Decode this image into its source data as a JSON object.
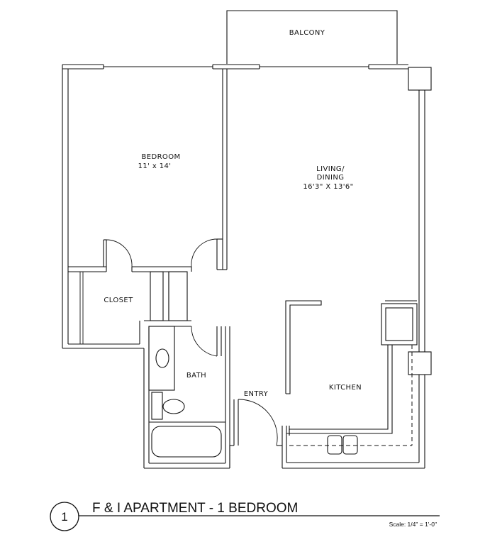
{
  "plan": {
    "rooms": {
      "balcony": "BALCONY",
      "bedroom": "BEDROOM",
      "bedroom_size": "11' x 14'",
      "living_line1": "LIVING/",
      "living_line2": "DINING",
      "living_size": "16'3\" X 13'6\"",
      "closet": "CLOSET",
      "bath": "BATH",
      "entry": "ENTRY",
      "kitchen": "KITCHEN"
    }
  },
  "title_block": {
    "number": "1",
    "title": "F & I APARTMENT - 1 BEDROOM",
    "scale": "Scale: 1/4\" = 1'-0\""
  }
}
